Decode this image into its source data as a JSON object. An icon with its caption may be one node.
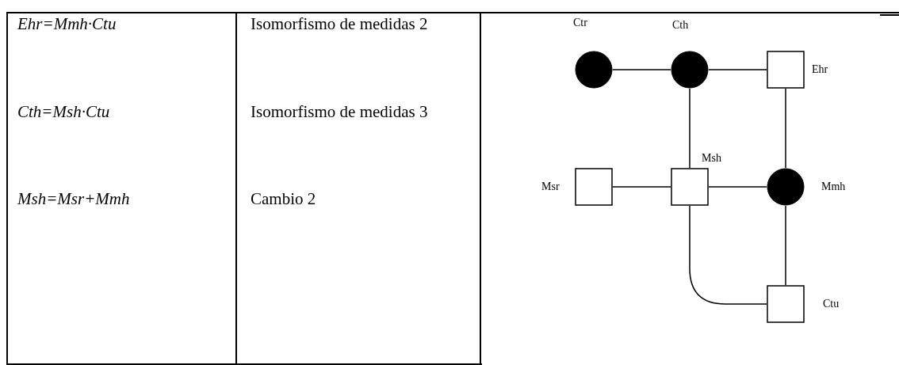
{
  "diagram": {
    "nodes": [
      {
        "text": [],
        "shape": "circle",
        "beside": [
          "Ctr"
        ]
      },
      {
        "text": [],
        "shape": "circle",
        "beside": [
          "Cth"
        ]
      },
      {
        "text": [],
        "shape": "box",
        "beside": [
          "Ehr"
        ]
      },
      {
        "text": [],
        "shape": "box",
        "beside": [
          "Msr"
        ]
      },
      {
        "text": [],
        "shape": "box",
        "beside": [
          "Msh"
        ]
      },
      {
        "text": [],
        "shape": "circle",
        "beside": [
          "Mmh"
        ]
      },
      {
        "text": [],
        "shape": "box",
        "beside": [
          "Ctu"
        ]
      }
    ],
    "edges": [
      {
        "from": 0,
        "to": 1,
        "arrow": "none"
      },
      {
        "from": 1,
        "to": 2,
        "arrow": "none"
      },
      {
        "from": 1,
        "to": 4,
        "arrow": "none"
      },
      {
        "from": 2,
        "to": 5,
        "arrow": "none"
      },
      {
        "from": 3,
        "to": 4,
        "arrow": "none"
      },
      {
        "from": 4,
        "to": 5,
        "arrow": "none"
      },
      {
        "from": 4,
        "to": 6,
        "arrow": "none"
      },
      {
        "from": 5,
        "to": 6,
        "arrow": "none"
      }
    ],
    "labels": [
      "Ehr=Mmh·Ctu",
      "Isomorfismo de medidas 2",
      "Cth=Msh·Ctu",
      "Isomorfismo de medidas 3",
      "Msh=Msr+Mmh",
      "Cambio 2"
    ]
  }
}
